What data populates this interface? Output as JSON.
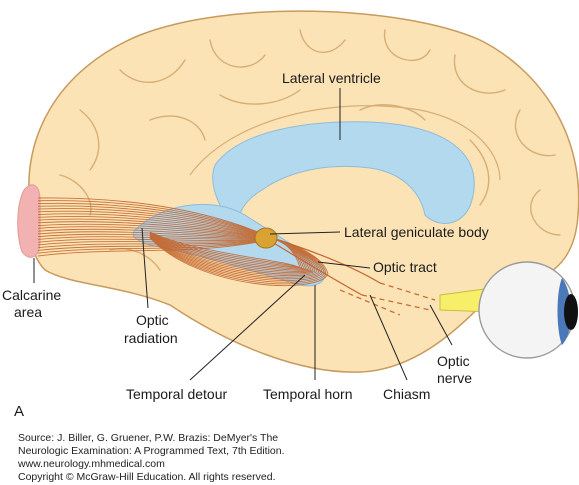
{
  "figure": {
    "panel_letter": "A",
    "colors": {
      "brain_fill": "#fbe3b6",
      "brain_outline": "#c89a5c",
      "ventricle": "#b3d9ef",
      "radiation_fibers": "#c4662e",
      "calcarine": "#f2b2b2",
      "lgn": "#d9a233",
      "optic_nerve": "#f7ef6a",
      "iris": "#4a78b8",
      "pupil": "#111111"
    },
    "labels": {
      "lateral_ventricle": "Lateral ventricle",
      "lateral_geniculate_body": "Lateral geniculate body",
      "optic_tract": "Optic tract",
      "calcarine_area_line1": "Calcarine",
      "calcarine_area_line2": "area",
      "optic_radiation_line1": "Optic",
      "optic_radiation_line2": "radiation",
      "temporal_detour": "Temporal detour",
      "temporal_horn": "Temporal horn",
      "chiasm": "Chiasm",
      "optic_nerve_line1": "Optic",
      "optic_nerve_line2": "nerve"
    }
  },
  "source": {
    "line1": "Source: J. Biller, G. Gruener, P.W. Brazis: DeMyer's The",
    "line2": "Neurologic Examination: A Programmed Text, 7th Edition.",
    "line3": "www.neurology.mhmedical.com",
    "line4": "Copyright © McGraw-Hill Education. All rights reserved."
  }
}
